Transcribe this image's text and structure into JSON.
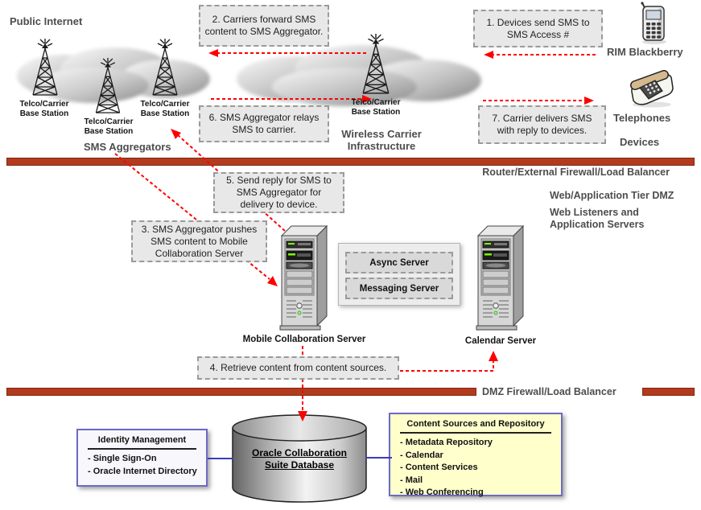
{
  "zones": {
    "public_internet": "Public Internet",
    "sms_aggregators": "SMS Aggregators",
    "wireless_carrier_infrastructure": "Wireless Carrier Infrastructure",
    "devices": "Devices",
    "web_application_tier_dmz": "Web/Application Tier DMZ",
    "web_listeners": "Web Listeners and Application Servers"
  },
  "barriers": {
    "router_firewall": "Router/External Firewall/Load Balancer",
    "dmz_firewall": "DMZ Firewall/Load Balancer"
  },
  "steps": {
    "s1": "1. Devices send SMS to SMS Access #",
    "s2": "2. Carriers forward SMS content to SMS Aggregator.",
    "s3": "3. SMS Aggregator pushes SMS content to Mobile Collaboration Server",
    "s4": "4. Retrieve content from content sources.",
    "s5": "5. Send reply for SMS to SMS Aggregator for delivery to device.",
    "s6": "6. SMS Aggregator relays SMS to carrier.",
    "s7": "7. Carrier delivers SMS with reply to devices."
  },
  "nodes": {
    "base_station": "Telco/Carrier Base Station",
    "rim_blackberry": "RIM Blackberry",
    "telephones": "Telephones",
    "mobile_collaboration_server": "Mobile Collaboration Server",
    "calendar_server": "Calendar Server",
    "async_server": "Async Server",
    "messaging_server": "Messaging Server",
    "database_line1": "Oracle Collaboration",
    "database_line2": "Suite Database"
  },
  "identity_management": {
    "title": "Identity Management",
    "items": [
      "- Single Sign-On",
      "- Oracle Internet Directory"
    ]
  },
  "content_repository": {
    "title": "Content Sources and Repository",
    "items": [
      "- Metadata Repository",
      "- Calendar",
      "- Content Services",
      "- Mail",
      "- Web Conferencing"
    ]
  },
  "colors": {
    "firewall_bar": "#b43a1e",
    "arrow_red": "#ff0000",
    "note_fill": "#e8e8e8",
    "content_box_fill": "#ffffcc",
    "connector_blue": "#3b3bbf"
  }
}
